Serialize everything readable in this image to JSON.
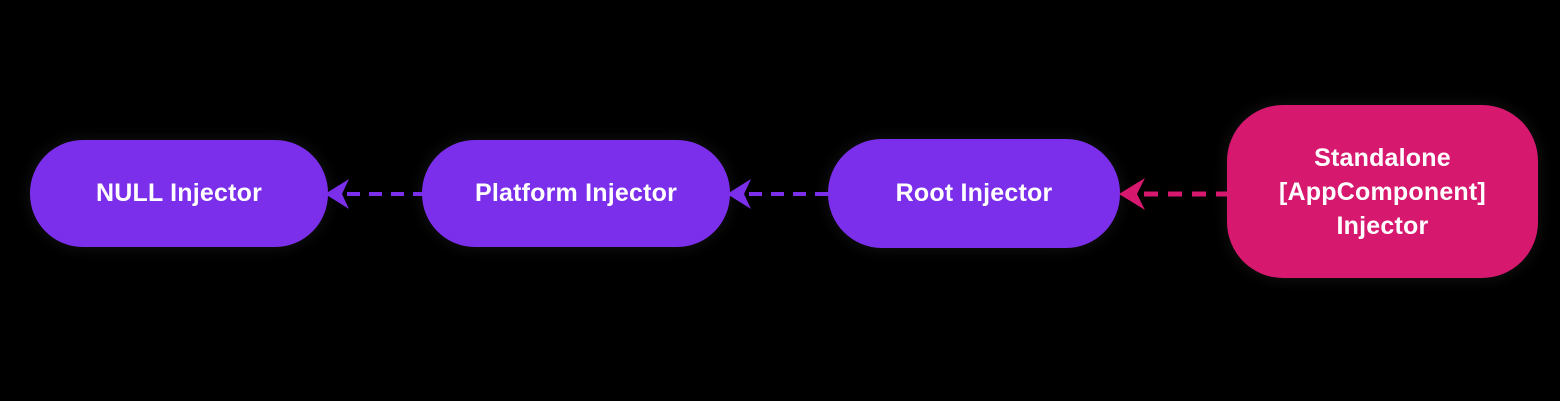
{
  "colors": {
    "background": "#000000",
    "purple": "#7B2FEB",
    "pink": "#D6186F",
    "text": "#FFFFFF"
  },
  "nodes": [
    {
      "id": "null-injector",
      "label": "NULL Injector",
      "color": "purple"
    },
    {
      "id": "platform-injector",
      "label": "Platform Injector",
      "color": "purple"
    },
    {
      "id": "root-injector",
      "label": "Root Injector",
      "color": "purple"
    },
    {
      "id": "standalone-appcomponent-injector",
      "lines": [
        "Standalone",
        "[AppComponent]",
        "Injector"
      ],
      "color": "pink"
    }
  ],
  "arrows": [
    {
      "from": "platform-injector",
      "to": "null-injector",
      "color": "purple",
      "style": "dashed"
    },
    {
      "from": "root-injector",
      "to": "platform-injector",
      "color": "purple",
      "style": "dashed"
    },
    {
      "from": "standalone-appcomponent-injector",
      "to": "root-injector",
      "color": "pink",
      "style": "dashed"
    }
  ]
}
